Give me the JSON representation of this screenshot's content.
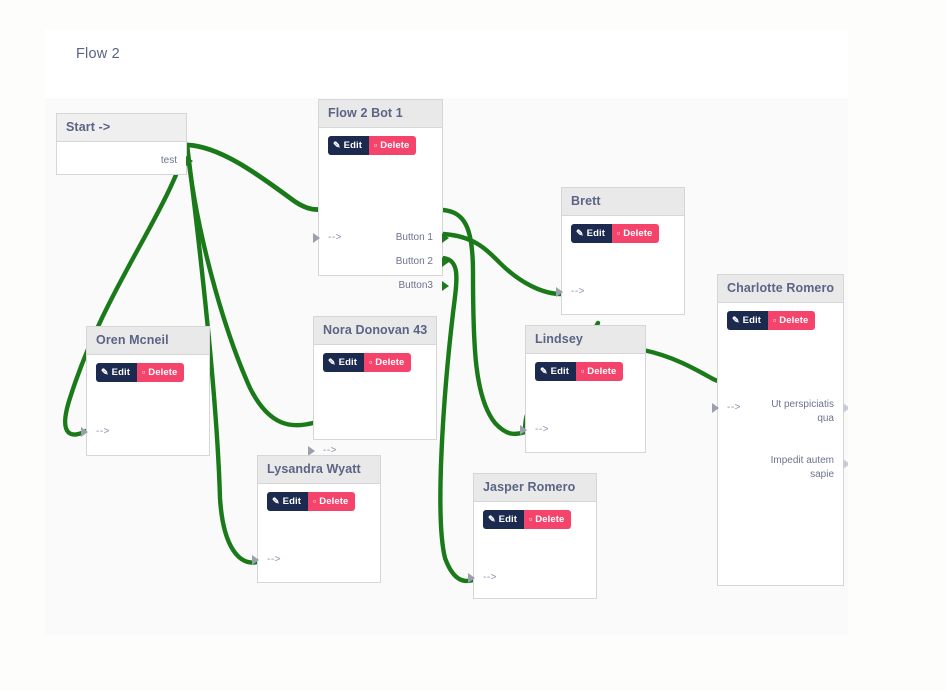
{
  "page": {
    "flow_title": "Flow 2",
    "background": "#fafafa",
    "header_background": "#ffffff"
  },
  "theme": {
    "edge_color": "#1a7a1a",
    "edit_button_color": "#1b2a4e",
    "delete_button_color": "#f5446c",
    "node_header_color": "#e9e9e9",
    "node_border_color": "#d6d6d6",
    "title_text_color": "#5b6485",
    "port_text_color": "#6b7490"
  },
  "buttons": {
    "edit_label": "Edit",
    "delete_label": "Delete",
    "edit_icon": "pencil-square-icon",
    "delete_icon": "trash-icon"
  },
  "nodes": [
    {
      "id": "start",
      "title": "Start ->",
      "has_actions": false,
      "inputs": [],
      "outputs": [
        "test"
      ]
    },
    {
      "id": "flow2bot1",
      "title": "Flow 2 Bot 1",
      "has_actions": true,
      "inputs": [
        "-->"
      ],
      "outputs": [
        "Button 1",
        "Button 2",
        "Button3"
      ]
    },
    {
      "id": "oren",
      "title": "Oren Mcneil",
      "has_actions": true,
      "inputs": [
        "-->"
      ],
      "outputs": []
    },
    {
      "id": "nora",
      "title": "Nora Donovan 43",
      "has_actions": true,
      "inputs": [
        "-->"
      ],
      "outputs": []
    },
    {
      "id": "lysandra",
      "title": "Lysandra Wyatt",
      "has_actions": true,
      "inputs": [
        "-->"
      ],
      "outputs": []
    },
    {
      "id": "brett",
      "title": "Brett",
      "has_actions": true,
      "inputs": [
        "-->"
      ],
      "outputs": []
    },
    {
      "id": "lindsey",
      "title": "Lindsey",
      "has_actions": true,
      "inputs": [
        "-->"
      ],
      "outputs": []
    },
    {
      "id": "jasper",
      "title": "Jasper Romero",
      "has_actions": true,
      "inputs": [
        "-->"
      ],
      "outputs": []
    },
    {
      "id": "charlotte",
      "title": "Charlotte Romero",
      "has_actions": true,
      "inputs": [
        "-->"
      ],
      "outputs": [
        "Ut perspiciatis qua",
        "Impedit autem sapie"
      ]
    }
  ],
  "edges": [
    {
      "from": "start.test",
      "to": "oren.in"
    },
    {
      "from": "start.test",
      "to": "nora.in"
    },
    {
      "from": "start.test",
      "to": "lysandra.in"
    },
    {
      "from": "start.test",
      "to": "flow2bot1.in"
    },
    {
      "from": "flow2bot1.Button 1",
      "to": "lindsey.in"
    },
    {
      "from": "flow2bot1.Button 2",
      "to": "brett.in"
    },
    {
      "from": "flow2bot1.Button3",
      "to": "jasper.in"
    },
    {
      "from": "brett.out",
      "to": "lindsey.in"
    },
    {
      "from": "lindsey.out",
      "to": "charlotte.in"
    }
  ]
}
